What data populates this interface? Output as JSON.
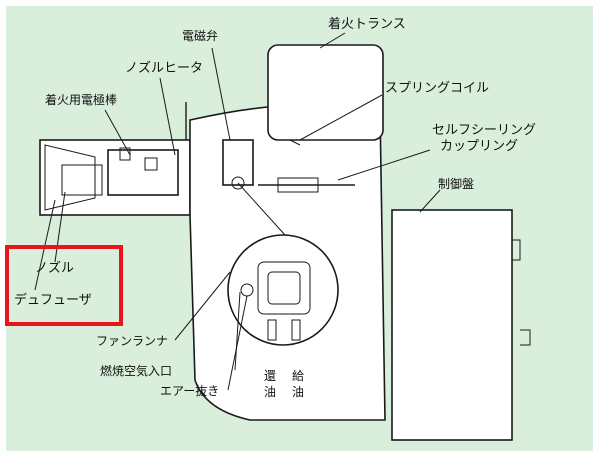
{
  "colors": {
    "background": "#d9eedb",
    "frame": "#ffffff",
    "highlight": "#e8161b",
    "ink": "#1a1a1a"
  },
  "labels": {
    "ignition_transformer": "着火トランス",
    "solenoid_valve": "電磁弁",
    "nozzle_heater": "ノズルヒータ",
    "ignition_electrode": "着火用電極棒",
    "spring_coil": "スプリングコイル",
    "self_sealing_coupling_line1": "セルフシーリング",
    "self_sealing_coupling_line2": "カップリング",
    "control_panel": "制御盤",
    "nozzle": "ノズル",
    "diffuser": "デュフューザ",
    "fan_runner": "ファンランナ",
    "combustion_air_inlet": "燃焼空気入口",
    "air_bleed": "エアー抜き",
    "return_oil_1": "還",
    "return_oil_2": "油",
    "supply_oil_1": "給",
    "supply_oil_2": "油"
  },
  "highlight_box": {
    "target": "nozzle-diffuser"
  }
}
